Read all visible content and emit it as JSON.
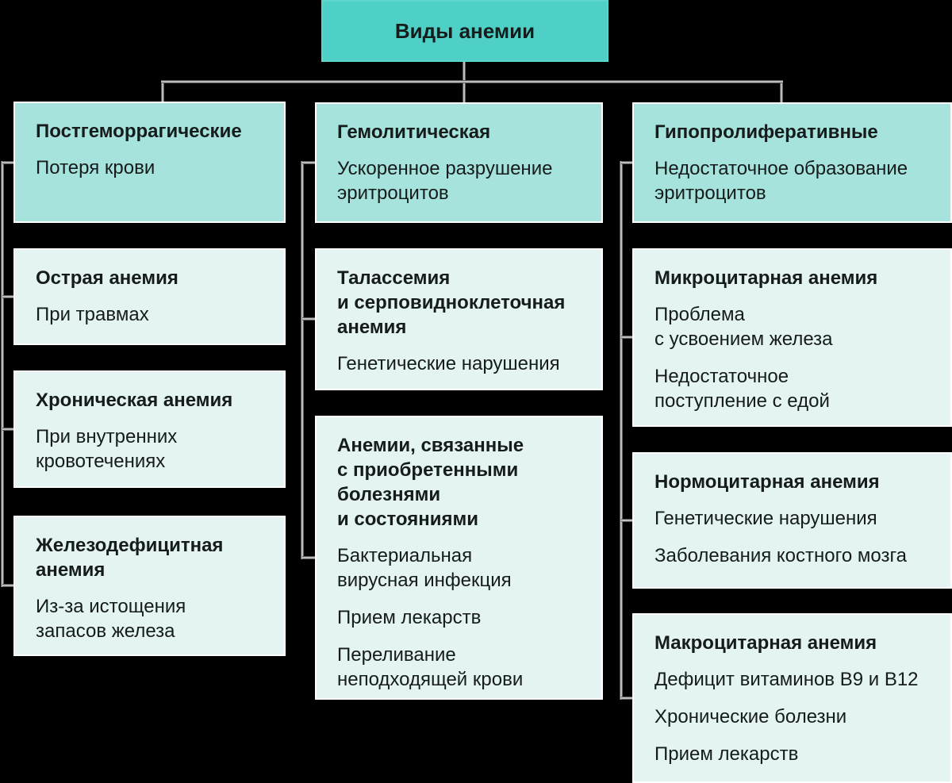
{
  "title": "Виды анемии",
  "colors": {
    "background": "#000000",
    "root_fill": "#4ed0c6",
    "header_fill": "#a7e3dd",
    "item_fill": "#e3f4f2",
    "text": "#151c1b",
    "connector": "#bcbcbc",
    "box_border": "#ffffff"
  },
  "root": {
    "label": "Виды анемии"
  },
  "columns": [
    {
      "header": {
        "title": "Постгеморрагические",
        "lines": [
          "Потеря крови"
        ]
      },
      "items": [
        {
          "title": "Острая анемия",
          "lines": [
            "При травмах"
          ]
        },
        {
          "title": "Хроническая анемия",
          "lines": [
            "При внутренних\nкровотечениях"
          ]
        },
        {
          "title": "Железодефицитная\nанемия",
          "lines": [
            "Из-за истощения\nзапасов железа"
          ]
        }
      ]
    },
    {
      "header": {
        "title": "Гемолитическая",
        "lines": [
          "Ускоренное разрушение\nэритроцитов"
        ]
      },
      "items": [
        {
          "title": "Талассемия\nи серповидноклеточная\nанемия",
          "lines": [
            "Генетические нарушения"
          ]
        },
        {
          "title": "Анемии, связанные\nс приобретенными\nболезнями\nи состояниями",
          "lines": [
            "Бактериальная\nвирусная инфекция",
            "Прием лекарств",
            "Переливание\nнеподходящей крови"
          ]
        }
      ]
    },
    {
      "header": {
        "title": "Гипопролиферативные",
        "lines": [
          "Недостаточное образование\nэритроцитов"
        ]
      },
      "items": [
        {
          "title": "Микроцитарная анемия",
          "lines": [
            "Проблема\nс усвоением железа",
            "Недостаточное\nпоступление с едой"
          ]
        },
        {
          "title": "Нормоцитарная анемия",
          "lines": [
            "Генетические нарушения",
            "Заболевания костного мозга"
          ]
        },
        {
          "title": "Макроцитарная анемия",
          "lines": [
            "Дефицит витаминов B9 и B12",
            "Хронические болезни",
            "Прием лекарств"
          ]
        }
      ]
    }
  ]
}
